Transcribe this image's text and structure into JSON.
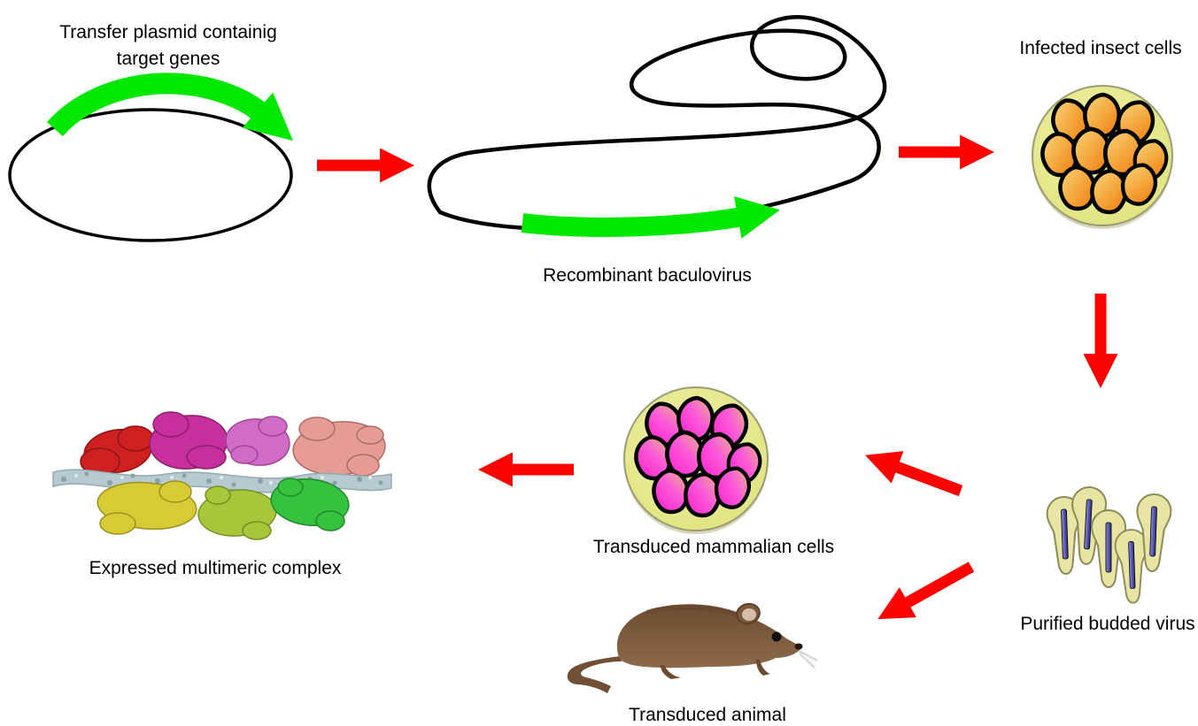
{
  "diagram": {
    "nodes": {
      "transfer_plasmid": {
        "label_line1": "Transfer plasmid containig",
        "label_line2": "target genes"
      },
      "recombinant_baculovirus": {
        "label": "Recombinant baculovirus"
      },
      "infected_insect_cells": {
        "label": "Infected insect cells"
      },
      "purified_budded_virus": {
        "label": "Purified budded virus"
      },
      "transduced_mammalian_cells": {
        "label": "Transduced mammalian cells"
      },
      "transduced_animal": {
        "label": "Transduced animal"
      },
      "expressed_multimeric_complex": {
        "label": "Expressed multimeric complex"
      }
    },
    "connections": [
      {
        "from": "transfer_plasmid",
        "to": "recombinant_baculovirus",
        "style": "red-arrow"
      },
      {
        "from": "recombinant_baculovirus",
        "to": "infected_insect_cells",
        "style": "red-arrow"
      },
      {
        "from": "infected_insect_cells",
        "to": "purified_budded_virus",
        "style": "red-arrow"
      },
      {
        "from": "purified_budded_virus",
        "to": "transduced_mammalian_cells",
        "style": "red-arrow"
      },
      {
        "from": "purified_budded_virus",
        "to": "transduced_animal",
        "style": "red-arrow"
      },
      {
        "from": "transduced_mammalian_cells",
        "to": "expressed_multimeric_complex",
        "style": "red-arrow"
      }
    ],
    "colors": {
      "gene_arrow_green": "#00e800",
      "flow_arrow_red": "#fb0300",
      "dna_outline": "#000000",
      "dish_fill": "#e2e77f",
      "insect_cell_orange": "#ef7a0e",
      "mammalian_cell_magenta": "#ff1ecf",
      "virus_envelope_khaki": "#e7e4a4",
      "virus_rod_navy": "#2a2a80",
      "mouse_brown": "#7b5a3e"
    }
  }
}
